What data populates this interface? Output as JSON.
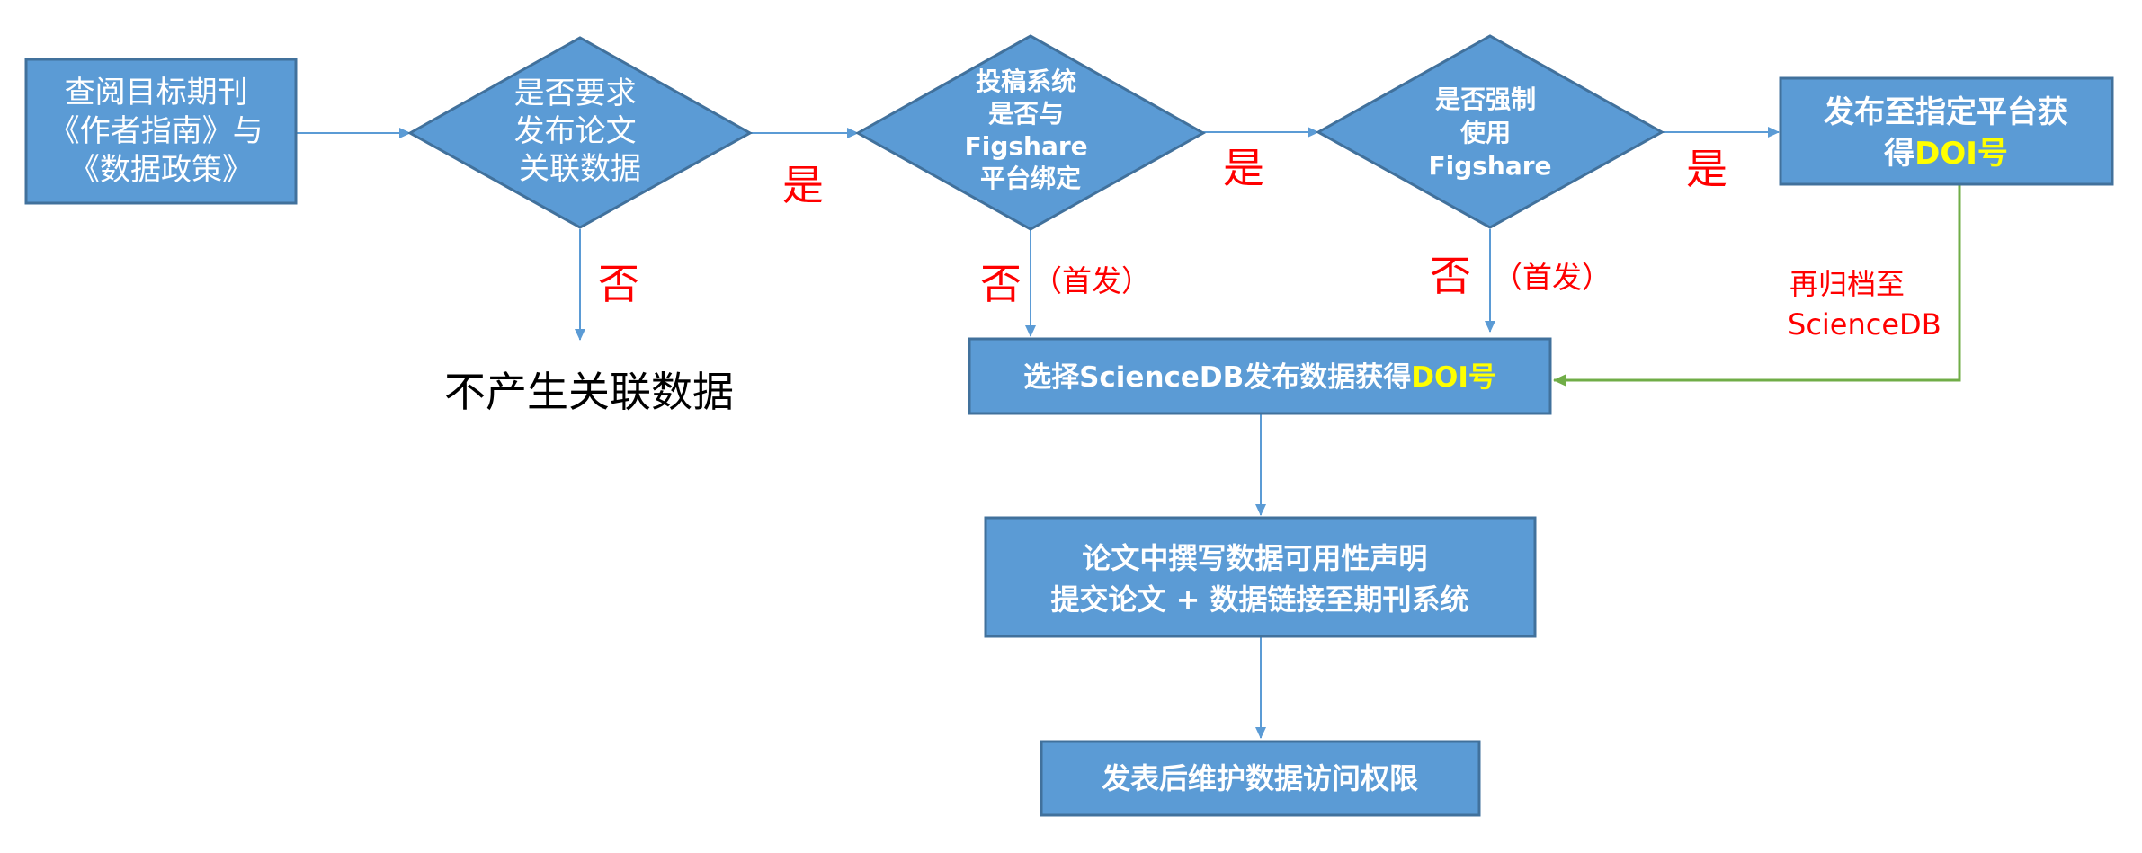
{
  "colors": {
    "box_fill": "#5b9bd5",
    "box_stroke": "#41719c",
    "arrow": "#5b9bd5",
    "green_arrow": "#70ad47",
    "red_text": "#ff0000",
    "highlight_text": "#ffff00"
  },
  "nodes": {
    "start": {
      "lines": [
        "查阅目标期刊",
        "《作者指南》与",
        "《数据政策》"
      ]
    },
    "d1": {
      "lines": [
        "是否要求",
        "发布论文",
        "关联数据"
      ]
    },
    "d2": {
      "lines": [
        "投稿系统",
        "是否与",
        "Figshare",
        "平台绑定"
      ]
    },
    "d3": {
      "lines": [
        "是否强制",
        "使用",
        "Figshare"
      ]
    },
    "publish": {
      "line1": "发布至指定平台获",
      "line2_prefix": "得",
      "line2_highlight": "DOI号"
    },
    "sciencedb": {
      "prefix": "选择ScienceDB发布数据获得",
      "highlight": "DOI号"
    },
    "write": {
      "line1": "论文中撰写数据可用性声明",
      "line2": "提交论文 + 数据链接至期刊系统"
    },
    "maintain": {
      "text": "发表后维护数据访问权限"
    }
  },
  "labels": {
    "no_data": "不产生关联数据",
    "yes1": "是",
    "yes2": "是",
    "yes3": "是",
    "no1": "否",
    "no2": "否",
    "no2_note": "（首发）",
    "no3": "否",
    "no3_note": "（首发）",
    "archive_line1": "再归档至",
    "archive_line2": "ScienceDB"
  }
}
